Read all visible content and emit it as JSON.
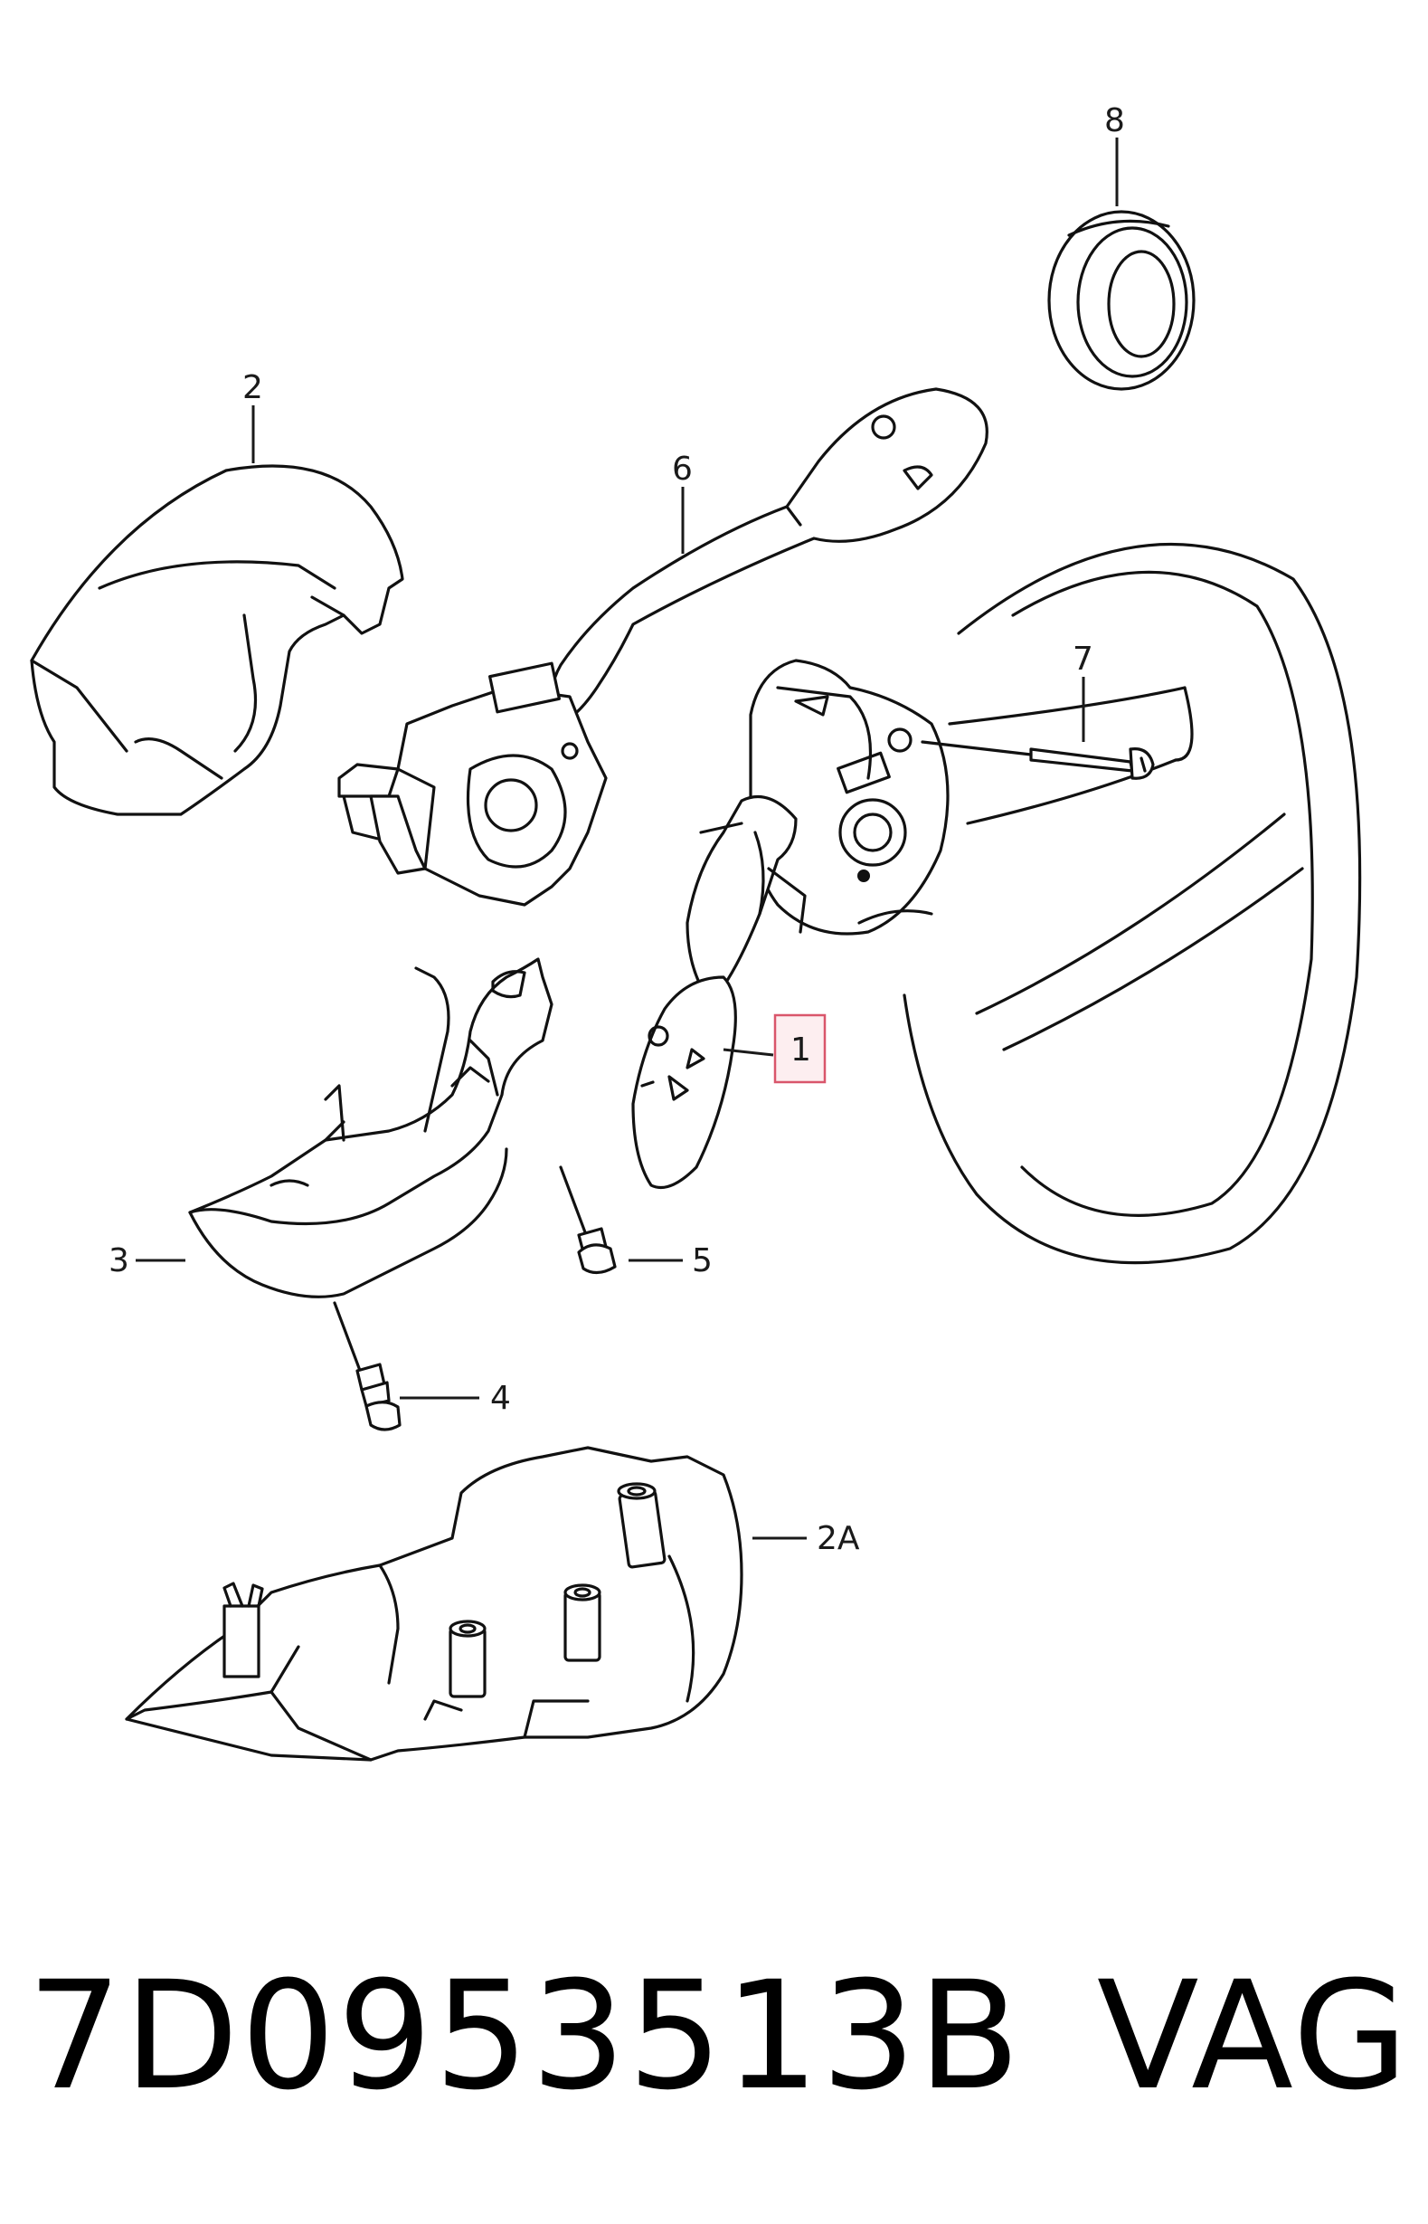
{
  "callouts": {
    "c1": "1",
    "c2": "2",
    "c2a": "2A",
    "c3": "3",
    "c4": "4",
    "c5": "5",
    "c6": "6",
    "c7": "7",
    "c8": "8"
  },
  "footer": {
    "part_number": "7D0953513B",
    "brand": "VAG"
  },
  "colors": {
    "line": "#111111",
    "highlight_border": "#d9566b",
    "highlight_fill": "#fdeef0"
  }
}
